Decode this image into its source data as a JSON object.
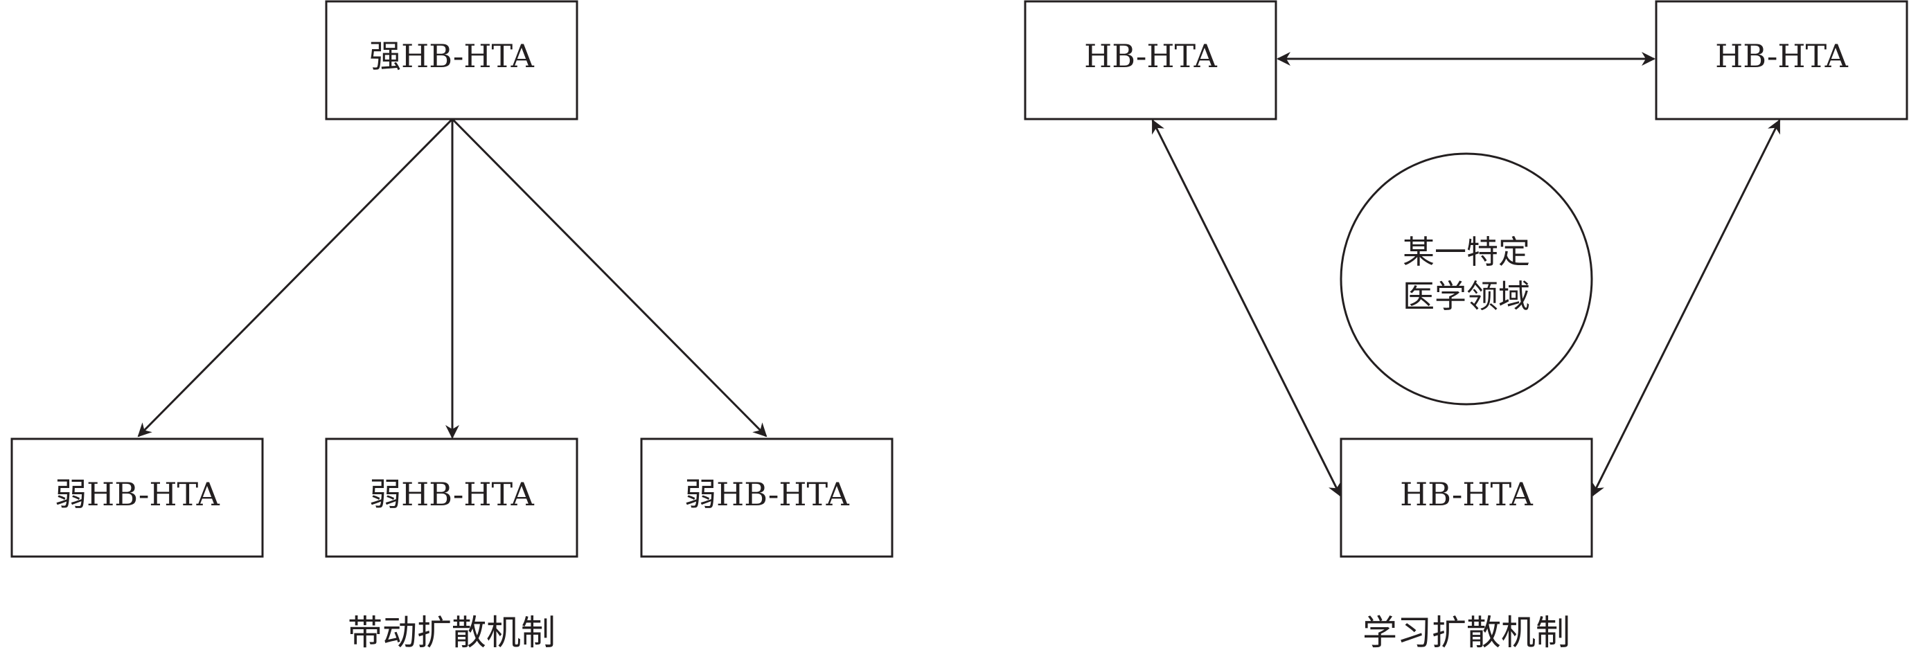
{
  "left": {
    "top_node": "强HB-HTA",
    "bottom_nodes": [
      "弱HB-HTA",
      "弱HB-HTA",
      "弱HB-HTA"
    ],
    "caption": "带动扩散机制"
  },
  "right": {
    "nodes": [
      "HB-HTA",
      "HB-HTA",
      "HB-HTA"
    ],
    "center_line1": "某一特定",
    "center_line2": "医学领域",
    "caption": "学习扩散机制"
  },
  "colors": {
    "stroke": "#231f20",
    "background": "#ffffff"
  }
}
